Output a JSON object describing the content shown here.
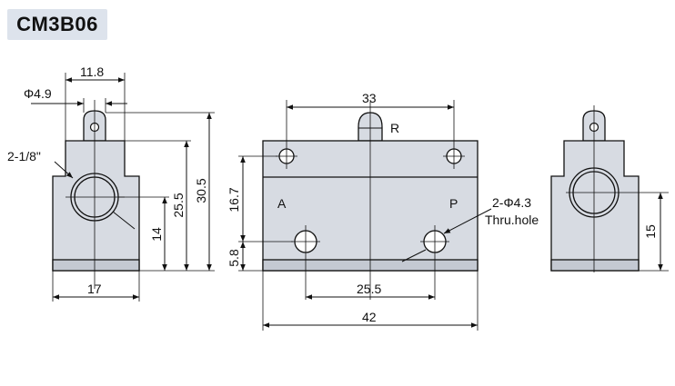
{
  "title": "CM3B06",
  "colors": {
    "body_fill": "#d7dbe2",
    "stripe_fill": "#c4c9d2",
    "line": "#111111",
    "title_bg": "#dde3ec"
  },
  "left_view": {
    "dim_top": "11.8",
    "dim_phi": "Φ4.9",
    "thread": "2-1/8\"",
    "dim_25_5": "25.5",
    "dim_30_5": "30.5",
    "dim_14": "14",
    "dim_17": "17"
  },
  "front_view": {
    "dim_33": "33",
    "port_R": "R",
    "port_A": "A",
    "port_P": "P",
    "dim_16_7": "16.7",
    "dim_5_8": "5.8",
    "hole_spec": "2-Φ4.3",
    "hole_note": "Thru.hole",
    "dim_25_5": "25.5",
    "dim_42": "42"
  },
  "right_view": {
    "dim_15": "15"
  }
}
